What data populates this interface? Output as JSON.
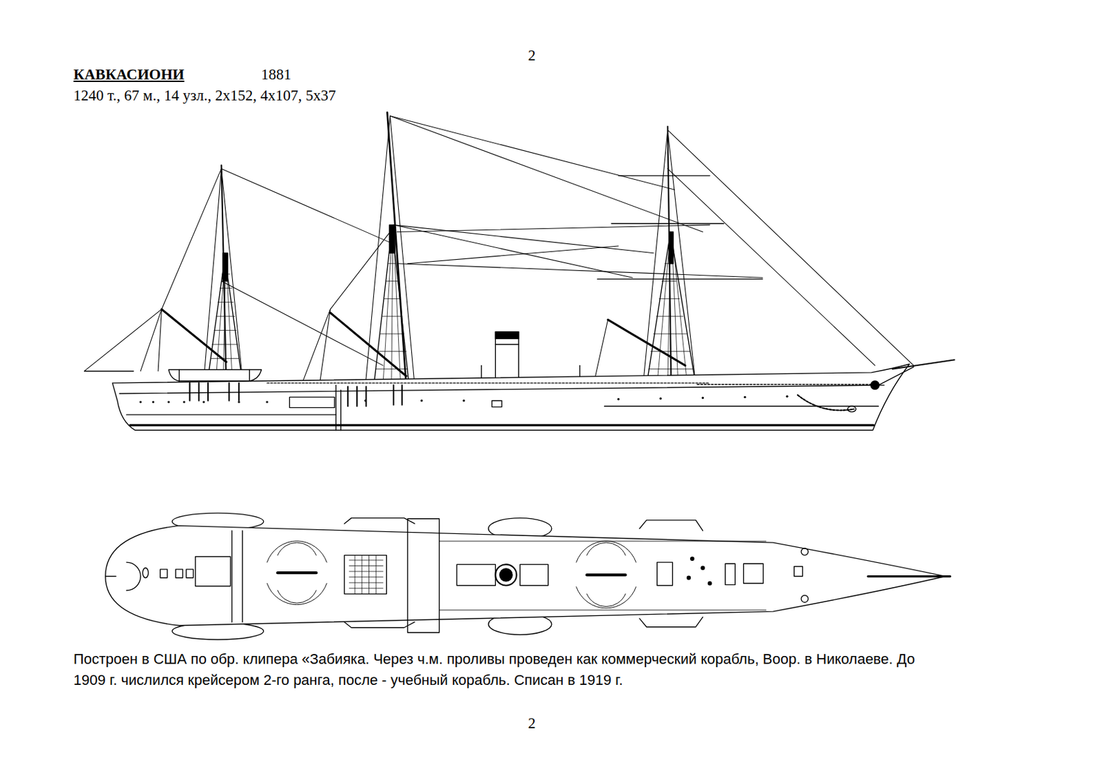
{
  "diagram": {
    "title": "КАВКАСИОНИ",
    "caption": "Построен в США по обр. клипера «Забияка. Через ч.м. проливы проведен как коммерческий корабль, Воор. в Николаеве. До 1909 г. числился крейсером 2-го ранга, после - учебный корабль. Списан в 1919 г.",
    "labels": [
      "2",
      "1881",
      "1240 т., 67 м., 14 узл., 2х152, 4х107, 5х37",
      "2"
    ]
  }
}
